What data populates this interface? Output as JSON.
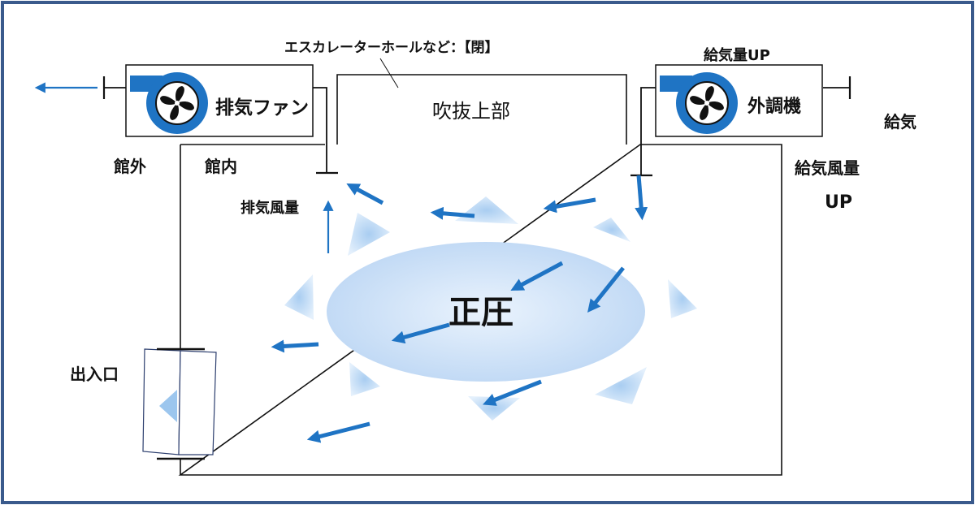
{
  "labels": {
    "exhaust_fan": "排気ファン",
    "outdoor_unit": "外調機",
    "hall_note": "エスカレーターホールなど：【閉】",
    "supply_up": "給気量UP",
    "atrium_top": "吹抜上部",
    "outside": "館外",
    "inside": "館内",
    "supply": "給気",
    "supply_airflow": "給気風量",
    "up": "UP",
    "exhaust_airflow": "排気風量",
    "positive_pressure": "正圧",
    "entrance": "出入口"
  },
  "colors": {
    "frame": "#3a5a8c",
    "arrow": "#1f74c4",
    "pressure_fill": "#c6ddf6",
    "wedge": "#bcd7f3",
    "line": "#111111"
  },
  "icons": {
    "fan": "fan-icon",
    "arrow": "airflow-arrow-icon"
  }
}
